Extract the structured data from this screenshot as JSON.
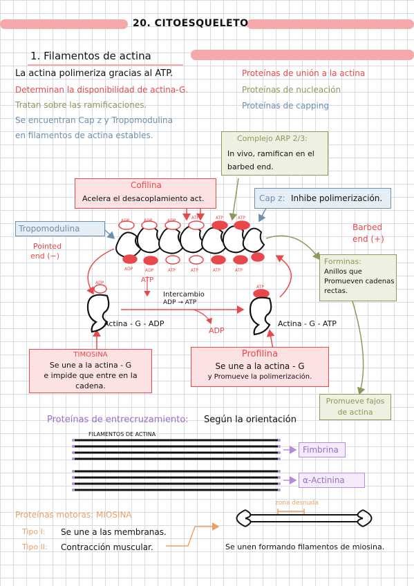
{
  "page": {
    "title": "20. CITOESQUELETO"
  },
  "section1": {
    "heading": "1. Filamentos de actina",
    "lines": [
      "La actina polimeriza gracias al ATP.",
      "Determinan la disponibilidad de actina-G.",
      "Tratan sobre las ramificaciones.",
      "Se encuentran Cap z y Tropomodulina",
      "en filamentos de actina estables."
    ],
    "legend": [
      "Proteínas de unión a la actina",
      "Proteínas de nucleación",
      "Proteínas de capping"
    ]
  },
  "diagram": {
    "arp_title": "Complejo ARP 2/3:",
    "arp_body_1": "In vivo, ramifican en el",
    "arp_body_2": "barbed end.",
    "cofilina_title": "Cofilina",
    "cofilina_body": "Acelera el desacoplamiento act.",
    "capz_title": "Cap z:",
    "capz_body": "Inhibe polimerización.",
    "tropomodulina": "Tropomodulina",
    "pointed_end": "Pointed",
    "pointed_end_2": "end (−)",
    "barbed_end": "Barbed",
    "barbed_end_2": "end (+)",
    "forminas_title": "Forminas:",
    "forminas_body": [
      "Anillos que",
      "Promueven cadenas",
      "rectas."
    ],
    "adp": "ADP",
    "atp": "ATP",
    "intercambio_1": "Intercambio",
    "intercambio_2": "ADP → ATP",
    "actina_g_adp": "Actina - G - ADP",
    "actina_g_atp": "Actina - G - ATP",
    "timosina_title": "TIMOSINA",
    "timosina_body": [
      "Se une a la actina - G",
      "e impide que entre en la",
      "cadena."
    ],
    "profilina_title": "Profilina",
    "profilina_body": [
      "Se une a la actina - G",
      "y Promueve la polimerización."
    ],
    "fajos": [
      "Promueve fajos",
      "de actina"
    ]
  },
  "crosslink": {
    "title": "Proteínas de entrecruzamiento:",
    "subtitle": "Según la orientación",
    "filaments_label": "FILAMENTOS DE ACTINA",
    "fimbrina": "Fimbrina",
    "actinina": "α-Actinina"
  },
  "motor": {
    "title": "Proteínas motoras: MIOSINA",
    "tipo1_label": "Tipo I:",
    "tipo1_text": "Se une a las membranas.",
    "tipo2_label": "Tipo II:",
    "tipo2_text": "Contracción muscular.",
    "zona": "zona desnuda",
    "result": "Se unen formando filamentos de miosina."
  },
  "colors": {
    "red": "#e8484b",
    "green": "#8b9a5b",
    "blue": "#6d8fae",
    "purple": "#9b6cc9",
    "orange": "#e9a16a",
    "band": "#f5a9ab"
  }
}
